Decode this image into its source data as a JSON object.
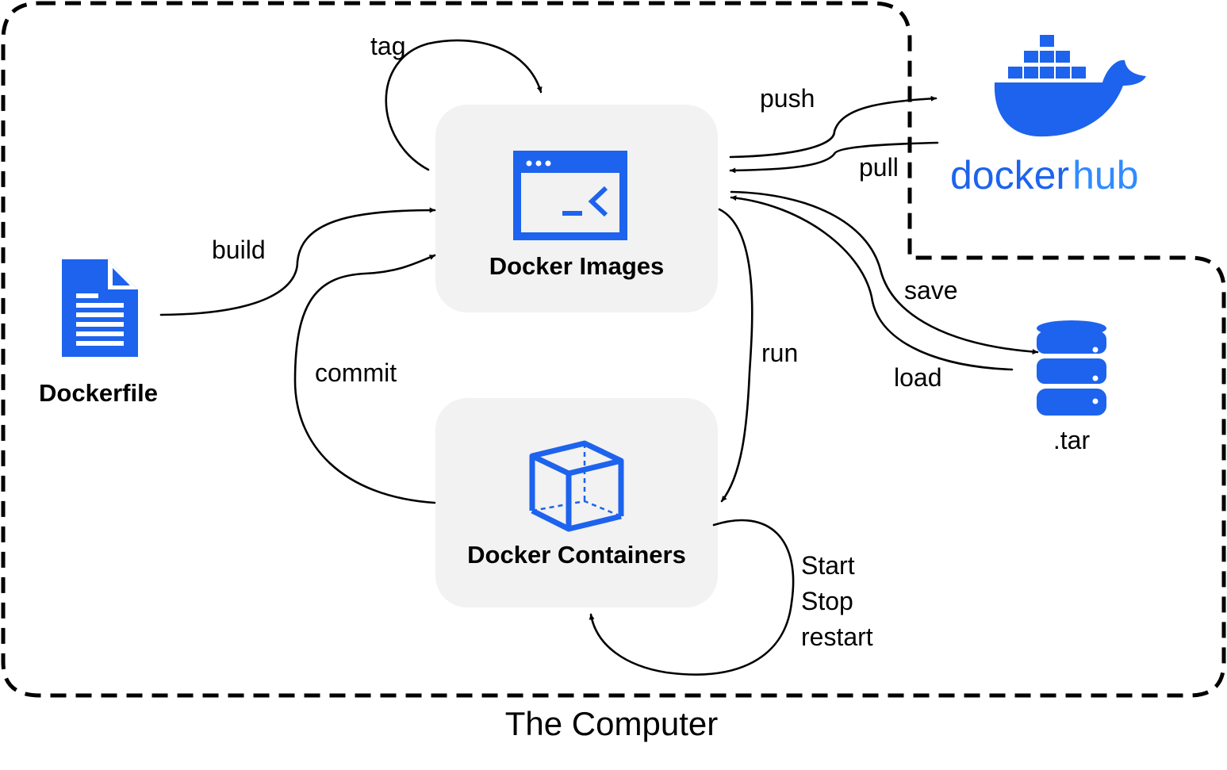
{
  "caption": "The Computer",
  "nodes": {
    "images": "Docker Images",
    "containers": "Docker Containers",
    "dockerfile": "Dockerfile",
    "tar": ".tar",
    "hub_logo_text_1": "docker",
    "hub_logo_text_2": "hub"
  },
  "edges": {
    "tag": "tag",
    "build": "build",
    "commit": "commit",
    "run": "run",
    "push": "push",
    "pull": "pull",
    "save": "save",
    "load": "load",
    "lifecycle": [
      "Start",
      "Stop",
      "restart"
    ]
  },
  "colors": {
    "accent": "#1d63ed",
    "hub_light": "#2e8cff",
    "box_fill": "#f2f2f2"
  },
  "icons": {
    "images": "terminal-window-icon",
    "containers": "cube-icon",
    "dockerfile": "document-icon",
    "tar": "database-icon",
    "hub": "docker-whale-icon"
  }
}
